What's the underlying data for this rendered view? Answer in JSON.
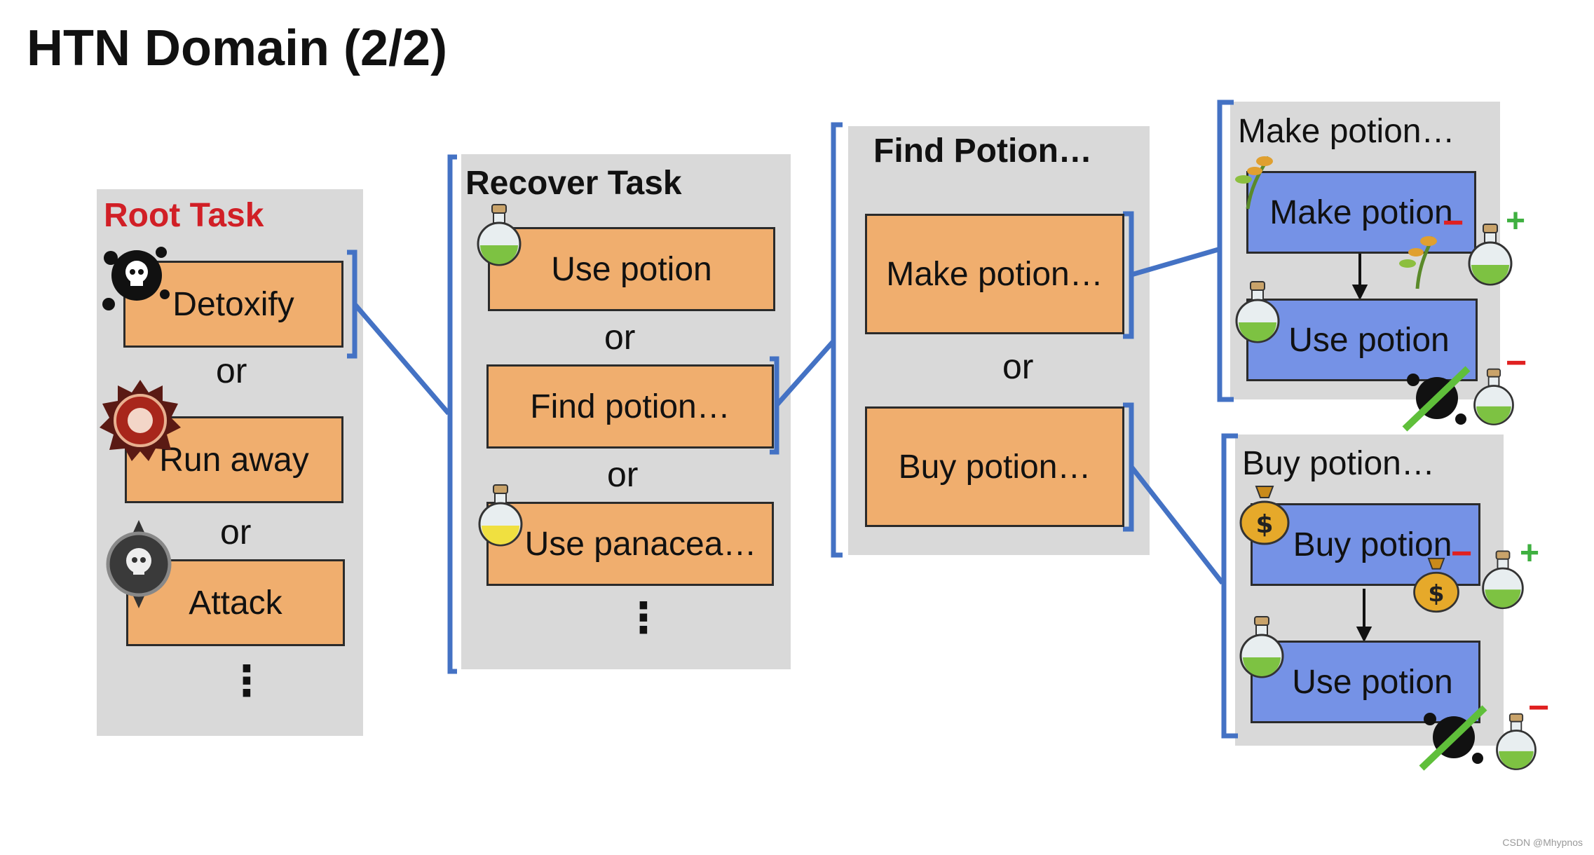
{
  "title": "HTN Domain (2/2)",
  "root": {
    "title": "Root Task",
    "items": [
      "Detoxify",
      "Run away",
      "Attack"
    ],
    "or": "or",
    "more": "⋮"
  },
  "recover": {
    "title": "Recover Task",
    "items": [
      "Use potion",
      "Find potion…",
      "Use panacea…"
    ],
    "or": "or",
    "more": "⋮"
  },
  "find": {
    "title": "Find Potion…",
    "items": [
      "Make potion…",
      "Buy potion…"
    ],
    "or": "or"
  },
  "make": {
    "title": "Make potion…",
    "steps": [
      "Make potion",
      "Use potion"
    ]
  },
  "buy": {
    "title": "Buy potion…",
    "steps": [
      "Buy potion",
      "Use potion"
    ]
  },
  "signs": {
    "plus": "+",
    "minus": "−"
  },
  "watermark": "CSDN @Mhypnos",
  "colors": {
    "root_title": "#d11f26",
    "task_box": "#f0ae6e",
    "primitive_box": "#7592e6",
    "panel": "#d9d9d9",
    "bracket": "#4472c4",
    "plus": "#3fb040",
    "minus": "#e02020"
  },
  "icons": [
    "poison-splat-icon",
    "monster-emblem-icon",
    "skull-emblem-icon",
    "potion-icon",
    "panacea-icon",
    "herb-icon",
    "money-bag-icon",
    "crossed-poison-icon"
  ]
}
